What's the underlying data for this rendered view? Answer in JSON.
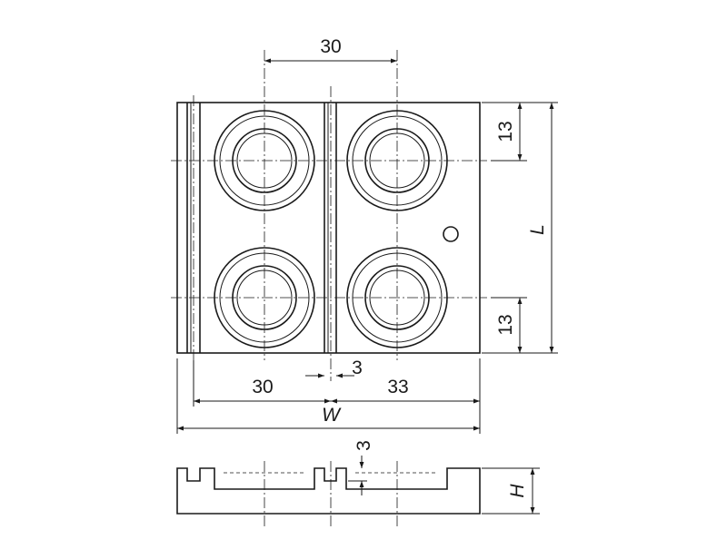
{
  "drawing": {
    "labels": {
      "top_spacing": "30",
      "left_width": "30",
      "groove_gap": "3",
      "right_width": "33",
      "total_width": "W",
      "length": "L",
      "edge_top": "13",
      "edge_bottom": "13",
      "side_depth": "3",
      "height": "H"
    }
  }
}
